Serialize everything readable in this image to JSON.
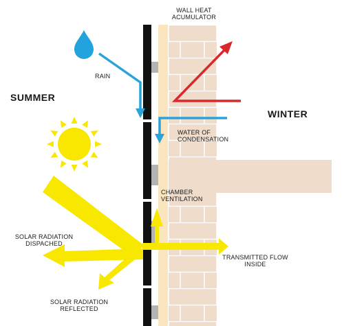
{
  "labels": {
    "wall_heat_accumulator": "WALL HEAT\nACUMULATOR",
    "rain": "RAIN",
    "summer": "SUMMER",
    "winter": "WINTER",
    "water_of_condensation": "WATER OF\nCONDENSATION",
    "chamber_ventilation": "CHAMBER\nVENTILATION",
    "solar_radiation_dispatched": "SOLAR RADIATION\nDISPACHED",
    "transmitted_flow_inside": "TRANSMITTED FLOW\nINSIDE",
    "solar_radiation_reflected": "SOLAR RADIATION\nREFLECTED"
  },
  "icons": [
    "water-drop-icon",
    "sun-icon"
  ],
  "colors": {
    "rain_arrow": "#2aa3d8",
    "drop": "#22a3dd",
    "heat_arrow": "#d8282c",
    "solar_arrow": "#f8e800",
    "brick": "#efdccb",
    "brick_joint": "#ffffff",
    "insulation": "#fbe5bf",
    "cladding": "#111111",
    "bracket": "#b3b3b3"
  }
}
